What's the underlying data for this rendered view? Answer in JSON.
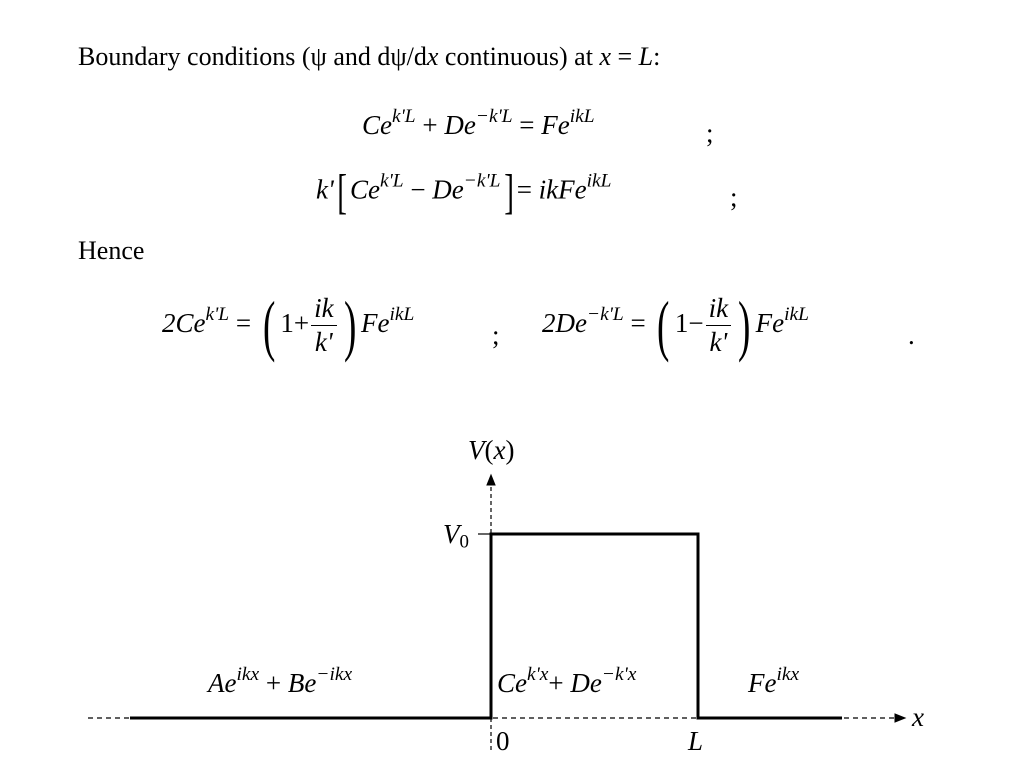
{
  "intro": {
    "part1": "Boundary conditions (",
    "psi1": "ψ",
    "part2": " and d",
    "psi2": "ψ",
    "part3": "/d",
    "x1": "x",
    "part4": " continuous) at ",
    "x2": "x",
    "part5": " = ",
    "L": "L",
    "part6": ":"
  },
  "eq1": {
    "lhs_a": "Ce",
    "lhs_a_sup": "k'L",
    "plus": " + ",
    "lhs_b": "De",
    "lhs_b_sup": "−k'L",
    "equals": " = ",
    "rhs": "Fe",
    "rhs_sup": "ikL",
    "sep": ";"
  },
  "eq2": {
    "prefix": "k'",
    "open": "[",
    "a": "Ce",
    "a_sup": "k'L",
    "minus": " − ",
    "b": "De",
    "b_sup": "−k'L",
    "close": "]",
    "equals": "= ",
    "rhs": "ikFe",
    "rhs_sup": "ikL",
    "sep": ";"
  },
  "hence": "Hence",
  "eq3": {
    "left_lhs": "2Ce",
    "left_sup": "k'L",
    "equals": " = ",
    "open": "(",
    "one": "1",
    "plus": "+",
    "num": "ik",
    "den": "k'",
    "close": ")",
    "fe": "Fe",
    "fe_sup": "ikL",
    "sep": ";",
    "right_lhs": "2De",
    "right_sup": "−k'L",
    "minus": "−",
    "period": "."
  },
  "diagram": {
    "y_axis_label_V": "V",
    "y_axis_label_paren_open": "(",
    "y_axis_label_x": "x",
    "y_axis_label_paren_close": ")",
    "V0": "V",
    "V0_sub": "0",
    "x_axis_label": "x",
    "tick_0": "0",
    "tick_L": "L",
    "region1": {
      "a": "Ae",
      "a_sup": "ikx",
      "plus": " + ",
      "b": "Be",
      "b_sup": "−ikx"
    },
    "region2": {
      "a": "Ce",
      "a_sup": "k'x",
      "plus": "+ ",
      "b": "De",
      "b_sup": "−k'x"
    },
    "region3": {
      "a": "Fe",
      "a_sup": "ikx"
    }
  }
}
